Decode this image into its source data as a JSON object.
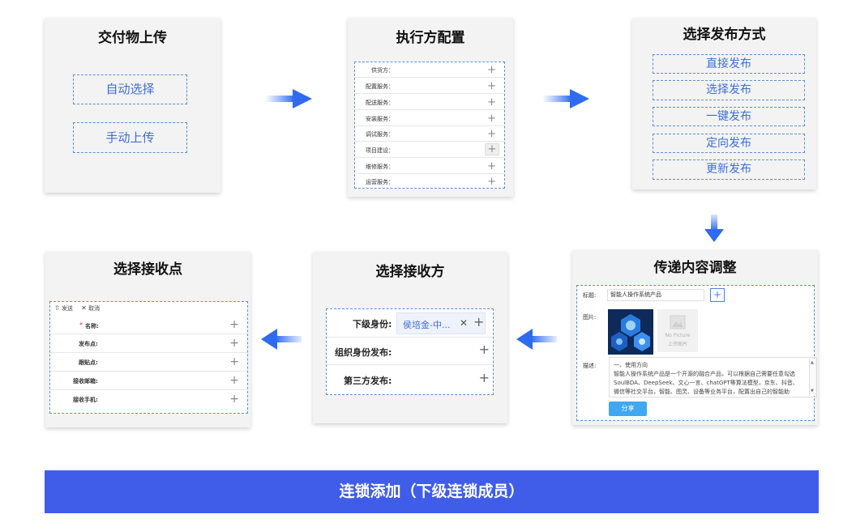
{
  "cards": {
    "upload": {
      "title": "交付物上传",
      "options": [
        "自动选择",
        "手动上传"
      ]
    },
    "executor": {
      "title": "执行方配置",
      "rows": [
        "供货方：",
        "配置服务：",
        "配送服务：",
        "安装服务：",
        "调试服务：",
        "项目建设：",
        "维修服务：",
        "运营服务："
      ]
    },
    "publish": {
      "title": "选择发布方式",
      "options": [
        "直接发布",
        "选择发布",
        "一键发布",
        "定向发布",
        "更新发布"
      ]
    },
    "content": {
      "title": "传递内容调整",
      "title_label": "标题:",
      "title_value": "智能人操作系统产品",
      "image_label": "图片:",
      "placeholder_line1": "No Picture",
      "placeholder_line2": "上传图片",
      "desc_label": "描述:",
      "desc_lines": [
        "一、使用方向",
        "智能人操作系统产品是一个开源的融合产品，可以根据自己需要任意勾选",
        "SoulBDA、DeepSeek、文心一言、chatGPT等算法模型，京东、抖音、",
        "微信等社交平台，智能、图灵、设备等业务平台，配置出自己的智能助"
      ],
      "share_label": "分享"
    },
    "receiver": {
      "title": "选择接收方",
      "rows": [
        {
          "label": "下级身份:",
          "value": "侯培金-中..."
        },
        {
          "label": "组织身份发布:",
          "value": ""
        },
        {
          "label": "第三方发布:",
          "value": ""
        }
      ]
    },
    "point": {
      "title": "选择接收点",
      "toolbar_send": "发送",
      "toolbar_cancel": "取消",
      "required_mark": "*",
      "rows": [
        "名称:",
        "发布点:",
        "跟贴点:",
        "接收邮箱:",
        "接收手机:"
      ]
    }
  },
  "banner": {
    "label": "连锁添加（下级连锁成员）"
  },
  "colors": {
    "accent": "#3f5de9",
    "link": "#3f6fd6",
    "dashed": "#5b8fd6",
    "card": "#f3f3f3"
  }
}
